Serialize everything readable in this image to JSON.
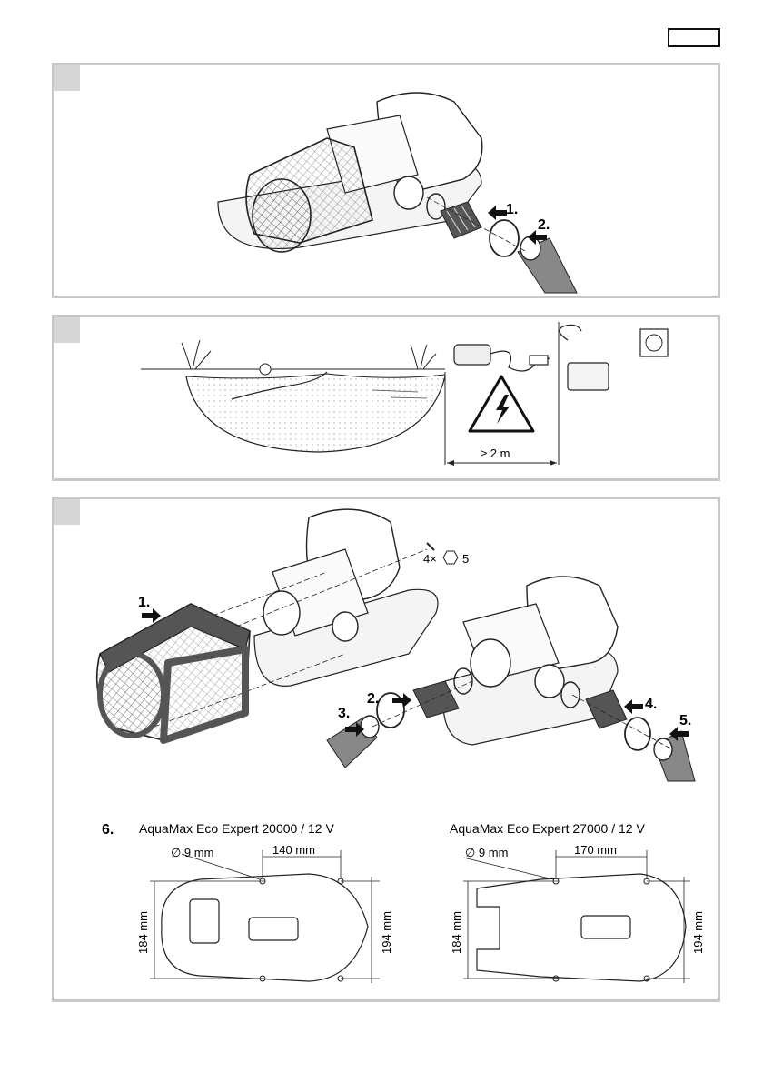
{
  "panel1": {
    "steps": [
      "1.",
      "2."
    ]
  },
  "panel2": {
    "distance": "≥ 2 m"
  },
  "panel3": {
    "screws": "4×",
    "hex_size": "5",
    "steps": [
      "1.",
      "2.",
      "3.",
      "4.",
      "5.",
      "6."
    ],
    "models": [
      {
        "name": "AquaMax Eco Expert 20000 / 12 V",
        "hole_diameter": "∅ 9 mm",
        "hole_spacing": "140 mm",
        "inner_height": "184 mm",
        "outer_height": "194 mm"
      },
      {
        "name": "AquaMax Eco Expert 27000 / 12 V",
        "hole_diameter": "∅ 9 mm",
        "hole_spacing": "170 mm",
        "inner_height": "184 mm",
        "outer_height": "194 mm"
      }
    ]
  }
}
